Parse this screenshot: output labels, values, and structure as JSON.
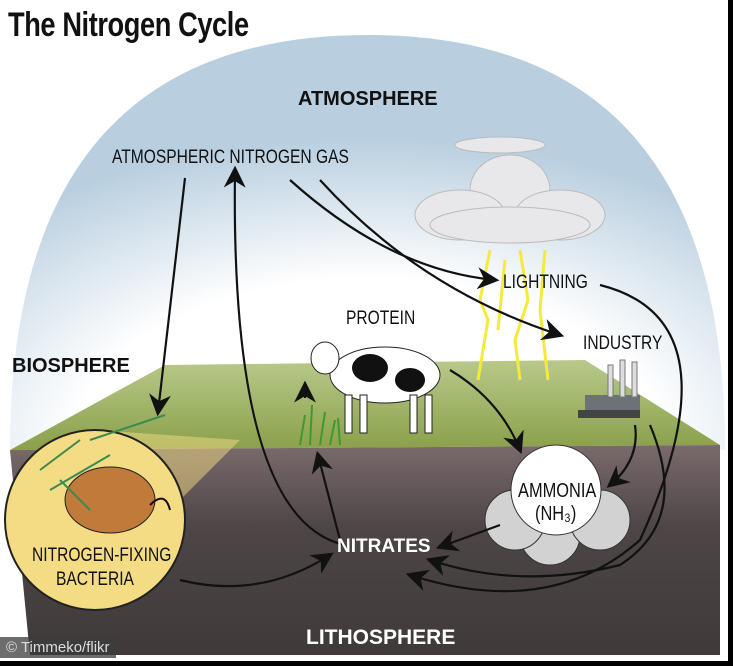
{
  "title": "The Nitrogen Cycle",
  "spheres": {
    "atmosphere": "ATMOSPHERE",
    "biosphere": "BIOSPHERE",
    "lithosphere": "LITHOSPHERE"
  },
  "nodes": {
    "atmospheric_nitrogen": "ATMOSPHERIC NITROGEN GAS",
    "lightning": "LIGHTNING",
    "industry": "INDUSTRY",
    "protein": "PROTEIN",
    "ammonia": "AMMONIA",
    "ammonia_formula": "(NH₃)",
    "nitrates": "NITRATES",
    "bacteria_line1": "NITROGEN-FIXING",
    "bacteria_line2": "BACTERIA"
  },
  "credit": "© Timmeko/flikr",
  "colors": {
    "sky": "#c9dbe8",
    "grass": "#8fa74e",
    "ground": "#4a4443",
    "bacteria_circle": "#f3dc84",
    "lightning": "#f5ea3a"
  }
}
